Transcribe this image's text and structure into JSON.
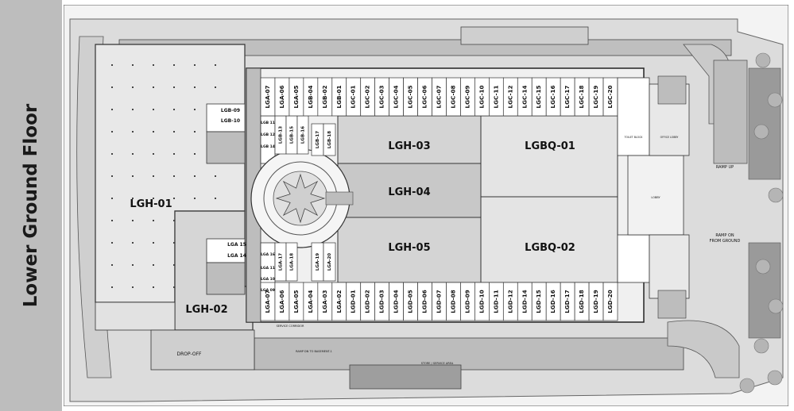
{
  "title": "Lower Ground Floor",
  "rooms": {
    "LGH-01": "LGH-01",
    "LGH-02": "LGH-02",
    "LGH-03": "LGH-03",
    "LGH-04": "LGH-04",
    "LGH-05": "LGH-05",
    "LGBQ-01": "LGBQ-01",
    "LGBQ-02": "LGBQ-02"
  },
  "top_units": [
    "LGA-07",
    "LGA-06",
    "LGA-05",
    "LGB-04",
    "LGB-02",
    "LGB-01",
    "LGC-01",
    "LGC-02",
    "LGC-03",
    "LGC-04",
    "LGC-05",
    "LGC-06",
    "LGC-07",
    "LGC-08",
    "LGC-09",
    "LGC-10",
    "LGC-11",
    "LGC-12",
    "LGC-14",
    "LGC-15",
    "LGC-16",
    "LGC-17",
    "LGC-18",
    "LGC-19",
    "LGC-20"
  ],
  "bottom_units": [
    "LGA-07",
    "LGA-06",
    "LGA-05",
    "LGA-04",
    "LGA-03",
    "LGA-02",
    "LGD-01",
    "LGD-02",
    "LGD-03",
    "LGD-04",
    "LGD-05",
    "LGD-06",
    "LGD-07",
    "LGD-08",
    "LGD-09",
    "LGD-10",
    "LGD-11",
    "LGD-12",
    "LGD-14",
    "LGD-15",
    "LGD-16",
    "LGD-17",
    "LGD-18",
    "LGD-19",
    "LGD-20"
  ],
  "mid_units": [
    "LGB-13",
    "LGB-15",
    "LGB-16",
    "LGB-17",
    "LGB-18",
    "LGA-17",
    "LGA-18",
    "LGA-19",
    "LGA-20"
  ],
  "side_units": {
    "b09": "LGB-09",
    "b10": "LGB-10",
    "b11": "LGB 11",
    "b12": "LGB 12",
    "b14": "LGB 14",
    "a15": "LGA 15",
    "a14": "LGA 14",
    "a16": "LGA 16",
    "a11": "LGA 11",
    "a10": "LGA 10",
    "a09": "LGA 09"
  },
  "labels": {
    "drop_off": "DROP-OFF",
    "ramp_up": "RAMP UP",
    "ramp_on": "RAMP ON",
    "from_ground": "FROM GROUND",
    "lobby": "LOBBY",
    "toilet_block": "TOILET BLOCK",
    "office_lobby": "OFFICE LOBBY",
    "store_service_area": "STORE / SERVICE AREA",
    "ramp_to_basement": "RAMP DN TO BASEMENT-1",
    "service_corridor": "SERVICE CORRIDOR"
  },
  "colors": {
    "sidebar": "#bdbdbd",
    "hall_light": "#e6e6e6",
    "hall_mid": "#d4d4d4",
    "hall_dark": "#c8c8c8",
    "unit_fill": "#ffffff",
    "wall": "#333333",
    "outer_ground": "#d9d9d9"
  }
}
